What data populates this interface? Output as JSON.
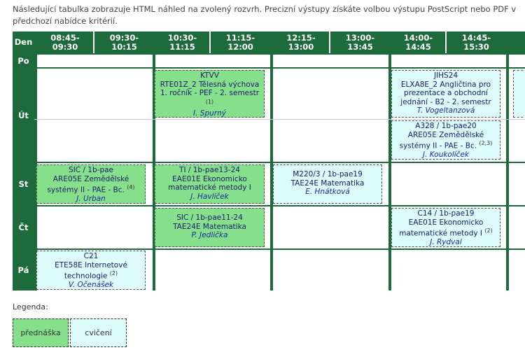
{
  "intro": "Následující tabulka zobrazuje HTML náhled na zvolený rozvrh. Precizní výstupy získáte volbou výstupu PostScript nebo PDF v předchozí nabídce kritérií.",
  "header": {
    "corner": "Den",
    "slots": [
      "08:45-\n09:30",
      "09:30-\n10:15",
      "10:30-\n11:15",
      "11:15-\n12:00",
      "12:15-\n13:00",
      "13:00-\n13:45",
      "14:00-\n14:45",
      "14:45-\n15:30"
    ]
  },
  "days": [
    "Po",
    "Út",
    "St",
    "Čt",
    "Pá"
  ],
  "events": [
    {
      "line1": "KTVV",
      "line2": "RTE01Z_2 Tělesná výchova 1. ročník - PEF - 2. semestr",
      "sup": "(1)",
      "teacher": "I. Spurný",
      "type": "lecture"
    },
    {
      "line1": "JIHS24",
      "line2": "ELXA8E_2 Angličtina pro prezentace a obchodní jednání - B2 - 2. semestr",
      "sup": "",
      "teacher": "T. Vogeltanzová",
      "type": "exercise"
    },
    {
      "line1": "A328  /  1b-pae20",
      "line2": "ARE05E Zemědělské systémy II - PAE - Bc.",
      "sup": "(2,3)",
      "teacher": "J. Koukolíček",
      "type": "exercise"
    },
    {
      "line1": "SIC  /  1b-pae",
      "line2": "ARE05E Zemědělské systémy II - PAE - Bc.",
      "sup": "(4)",
      "teacher": "J. Urban",
      "type": "lecture"
    },
    {
      "line1": "TI  /  1b-pae13-24",
      "line2": "EAE01E Ekonomicko matematické metody I",
      "sup": "",
      "teacher": "J. Havlíček",
      "type": "lecture"
    },
    {
      "line1": "M220/3  /  1b-pae19",
      "line2": "TAE24E Matematika",
      "sup": "",
      "teacher": "E. Hnátková",
      "type": "exercise"
    },
    {
      "line1": "SIC  /  1b-pae11-24",
      "line2": "TAE24E Matematika",
      "sup": "",
      "teacher": "P. Jedlička",
      "type": "lecture"
    },
    {
      "line1": "C14  /  1b-pae19",
      "line2": "EAE01E Ekonomicko matematické metody I",
      "sup": "(2)",
      "teacher": "J. Rydval",
      "type": "exercise"
    },
    {
      "line1": "C21",
      "line2": "ETE58E Internetové technologie",
      "sup": "(2)",
      "teacher": "V. Očenášek",
      "type": "exercise"
    }
  ],
  "legend": {
    "title": "Legenda:",
    "lecture": "přednáška",
    "exercise": "cvičení"
  },
  "colors": {
    "header": "#1d6a3a",
    "lecture": "#86e08b",
    "exercise": "#ddfbfb"
  }
}
